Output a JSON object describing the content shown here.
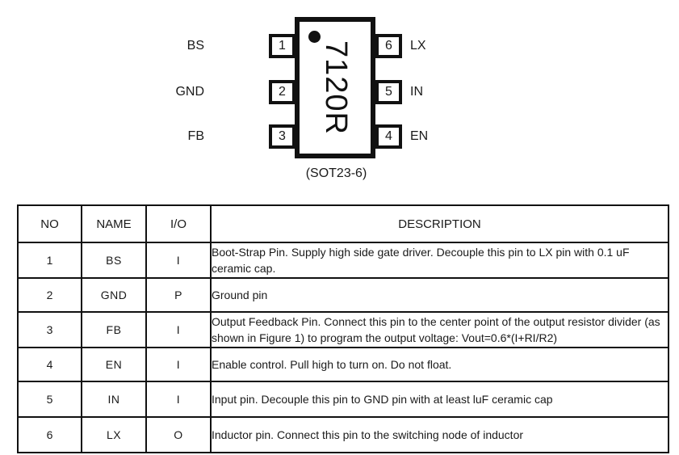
{
  "package_diagram": {
    "marking": "7120R",
    "caption": "(SOT23-6)",
    "dot_name": "pin-1-indicator-dot",
    "pins_left": [
      {
        "number": "1",
        "label": "BS"
      },
      {
        "number": "2",
        "label": "GND"
      },
      {
        "number": "3",
        "label": "FB"
      }
    ],
    "pins_right": [
      {
        "number": "6",
        "label": "LX"
      },
      {
        "number": "5",
        "label": "IN"
      },
      {
        "number": "4",
        "label": "EN"
      }
    ]
  },
  "pin_table": {
    "headers": [
      "NO",
      "NAME",
      "I/O",
      "DESCRIPTION"
    ],
    "rows": [
      {
        "no": "1",
        "name": "BS",
        "io": "I",
        "description": "Boot-Strap Pin. Supply high side gate driver. Decouple this pin to LX pin with 0.1 uF ceramic cap."
      },
      {
        "no": "2",
        "name": "GND",
        "io": "P",
        "description": "Ground pin"
      },
      {
        "no": "3",
        "name": "FB",
        "io": "I",
        "description": "Output Feedback Pin. Connect this pin to the center point of the output resistor divider (as shown in Figure 1) to program the output voltage: Vout=0.6*(I+RI/R2)"
      },
      {
        "no": "4",
        "name": "EN",
        "io": "I",
        "description": "Enable control. Pull high to turn on. Do not float."
      },
      {
        "no": "5",
        "name": "IN",
        "io": "I",
        "description": "Input pin. Decouple this pin to GND pin with at least luF ceramic cap"
      },
      {
        "no": "6",
        "name": "LX",
        "io": "O",
        "description": "Inductor pin. Connect this pin to the switching node of inductor"
      }
    ]
  },
  "colors": {
    "ink": "#111111",
    "text": "#1a1a1a",
    "background": "#ffffff"
  }
}
